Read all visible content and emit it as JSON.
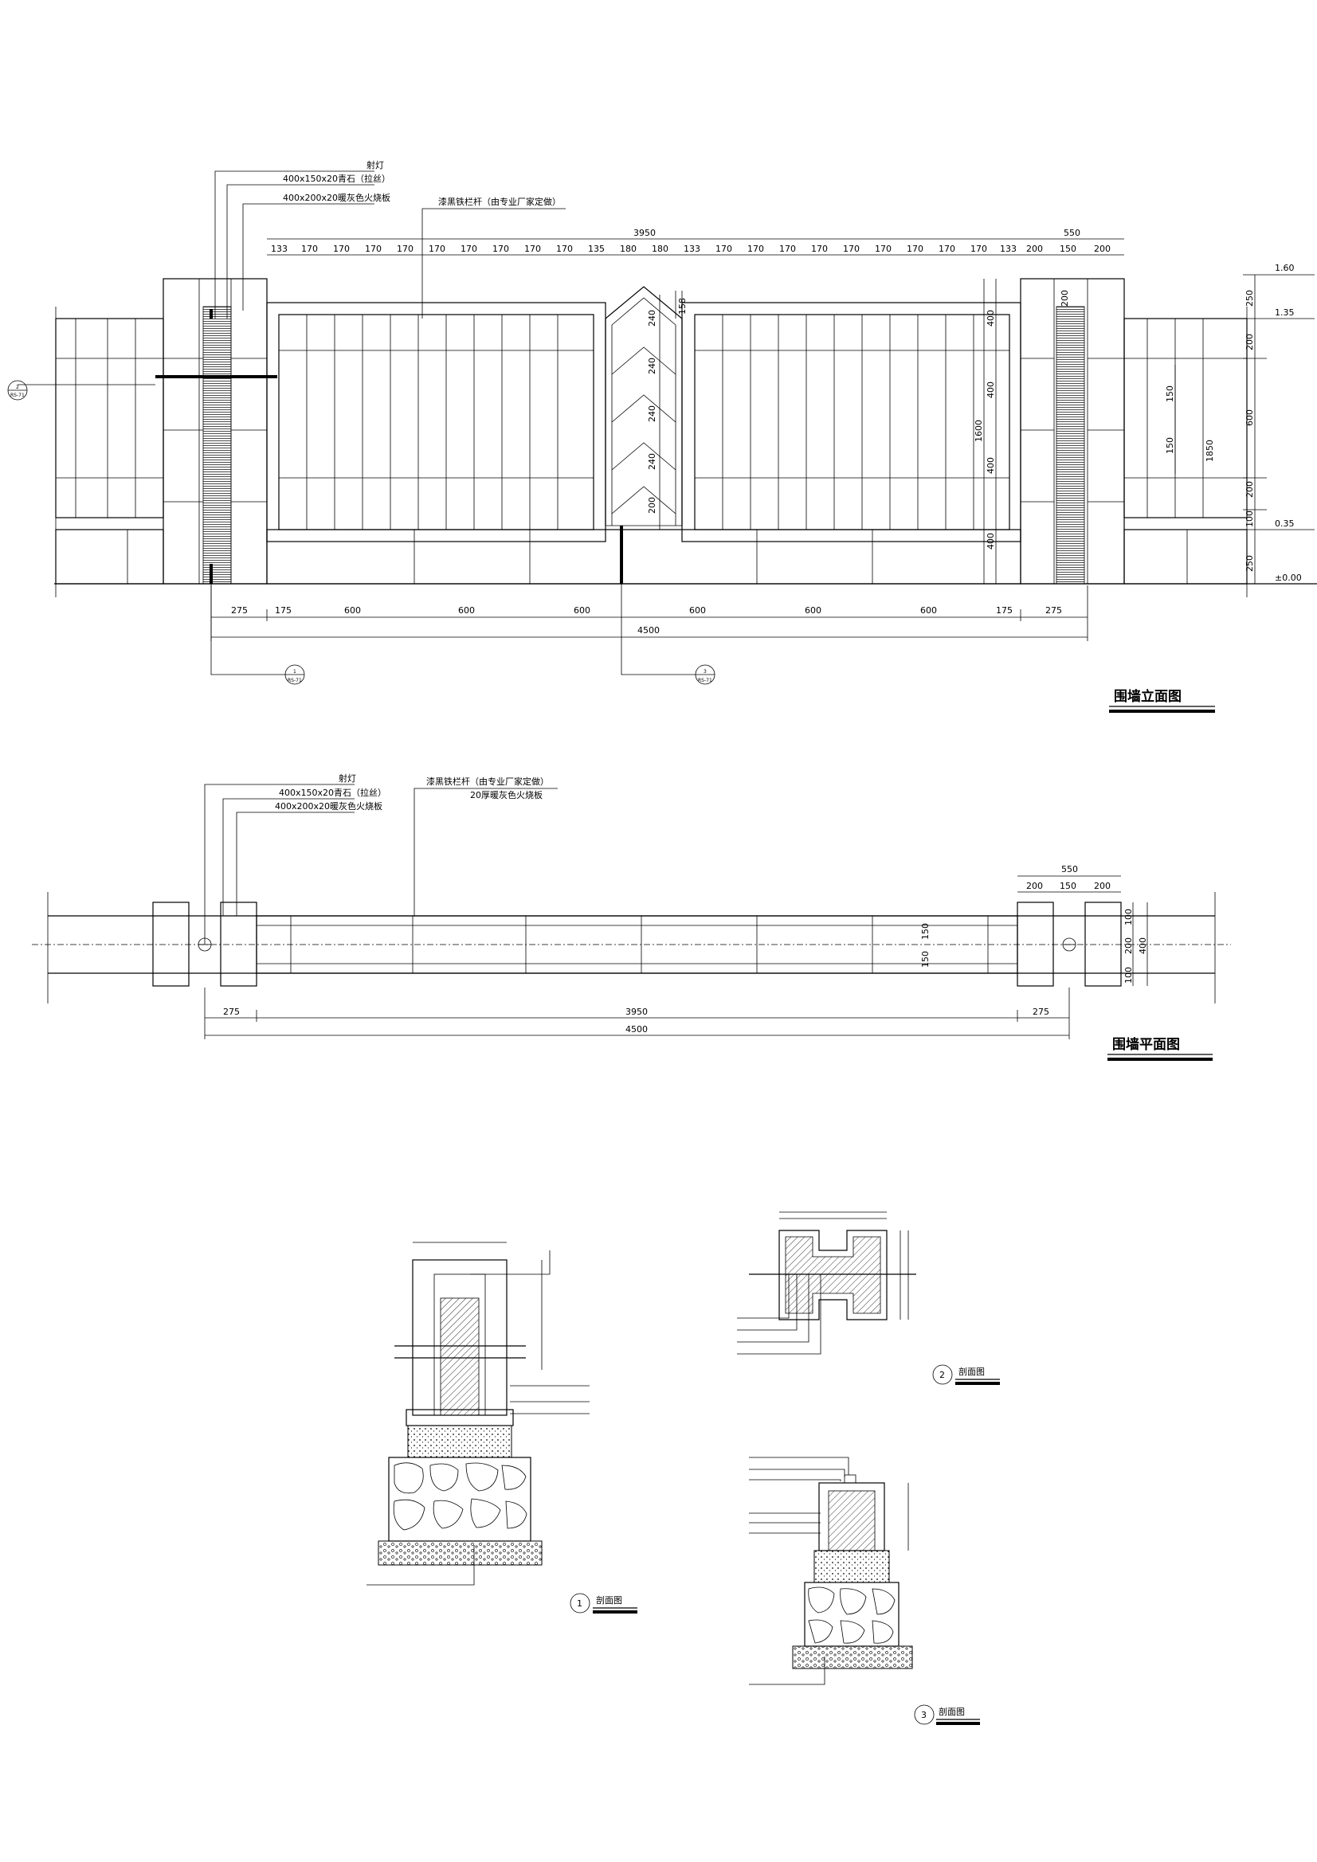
{
  "elevation": {
    "title": "围墙立面图",
    "callouts": {
      "light": "射灯",
      "granite": "400x150x20青石（拉丝）",
      "fire_panel": "400x200x20暖灰色火烧板",
      "railing": "漆黑铁栏杆（由专业厂家定做）"
    },
    "top_dims": {
      "main": "3950",
      "right": "550",
      "segments": [
        "133",
        "170",
        "170",
        "170",
        "170",
        "170",
        "170",
        "170",
        "170",
        "170",
        "135",
        "180",
        "180",
        "133",
        "170",
        "170",
        "170",
        "170",
        "170",
        "170",
        "170",
        "170",
        "170",
        "133"
      ],
      "right_segments": [
        "200",
        "150",
        "200"
      ]
    },
    "chevron_dims": [
      "240",
      "240",
      "240",
      "240",
      "200"
    ],
    "chevron_top": "158",
    "side_dims": [
      "400",
      "400",
      "400",
      "400"
    ],
    "side_total": "1600",
    "pier_dim": "200",
    "right_dims": [
      "250",
      "200",
      "600",
      "200",
      "100",
      "250"
    ],
    "right_total": "1850",
    "inner_dims": [
      "150",
      "150"
    ],
    "levels": [
      "1.60",
      "1.35",
      "0.35",
      "±0.00"
    ],
    "bottom_dims": [
      "275",
      "175",
      "600",
      "600",
      "600",
      "600",
      "600",
      "600",
      "175",
      "275"
    ],
    "bottom_total": "4500",
    "section_refs": [
      {
        "num": "2",
        "sheet": "RS-71"
      },
      {
        "num": "1",
        "sheet": "RS-71"
      },
      {
        "num": "3",
        "sheet": "RS-71"
      }
    ]
  },
  "plan": {
    "title": "围墙平面图",
    "callouts": {
      "light": "射灯",
      "granite": "400x150x20青石（拉丝）",
      "fire_panel": "400x200x20暖灰色火烧板",
      "railing": "漆黑铁栏杆（由专业厂家定做）",
      "cap": "20厚暖灰色火烧板"
    },
    "top_dims": {
      "total": "550",
      "segments": [
        "200",
        "150",
        "200"
      ]
    },
    "side_dims": [
      "100",
      "200",
      "100"
    ],
    "side_total": "400",
    "inner_dims": [
      "150",
      "150"
    ],
    "bottom_dims": [
      "275",
      "3950",
      "275"
    ],
    "bottom_total": "4500"
  },
  "sections": [
    {
      "num": "1",
      "title": "剖面图"
    },
    {
      "num": "2",
      "title": "剖面图"
    },
    {
      "num": "3",
      "title": "剖面图"
    }
  ],
  "colors": {
    "line": "#000000",
    "background": "#ffffff",
    "hatch": "#000000"
  }
}
